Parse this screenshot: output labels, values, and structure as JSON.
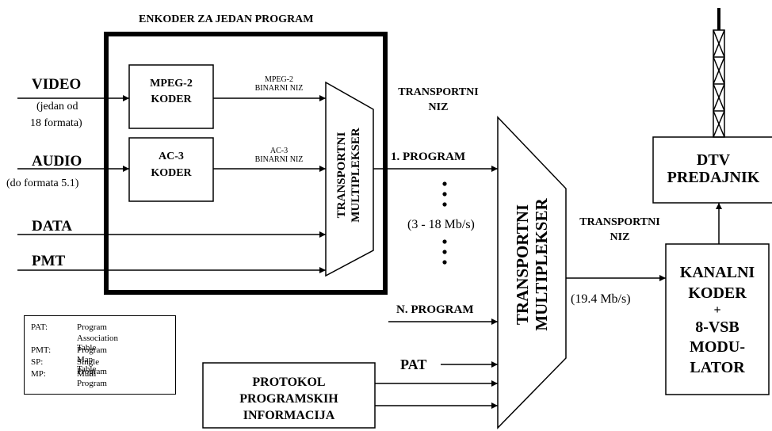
{
  "encoder": {
    "title": "ENKODER ZA JEDAN PROGRAM",
    "mpeg_coder": [
      "MPEG-2",
      "KODER"
    ],
    "ac3_coder": [
      "AC-3",
      "KODER"
    ],
    "mpeg_stream": [
      "MPEG-2",
      "BINARNI NIZ"
    ],
    "ac3_stream": [
      "AC-3",
      "BINARNI NIZ"
    ],
    "mux": [
      "TRANSPORTNI",
      "MULTIPLEKSER"
    ]
  },
  "inputs": {
    "video": "VIDEO",
    "video_note": [
      "(jedan od",
      "18 formata)"
    ],
    "audio": "AUDIO",
    "audio_note": "(do formata 5.1)",
    "data": "DATA",
    "pmt": "PMT"
  },
  "middle": {
    "transport_stream": [
      "TRANSPORTNI",
      "NIZ"
    ],
    "program_1": "1. PROGRAM",
    "rate": "(3 - 18 Mb/s)",
    "program_n": "N. PROGRAM",
    "pat": "PAT"
  },
  "main_mux": [
    "TRANSPORTNI",
    "MULTIPLEKSER"
  ],
  "output": {
    "transport_stream": [
      "TRANSPORTNI",
      "NIZ"
    ],
    "rate": "(19.4 Mb/s)"
  },
  "channel_coder": [
    "KANALNI",
    "KODER",
    "+",
    "8-VSB",
    "MODU-",
    "LATOR"
  ],
  "dtv": [
    "DTV",
    "PREDAJNIK"
  ],
  "psip": [
    "PROTOKOL",
    "PROGRAMSKIH",
    "INFORMACIJA"
  ],
  "legend": [
    {
      "abbr": "PAT:",
      "def": [
        "Program",
        "Association Table"
      ]
    },
    {
      "abbr": "PMT:",
      "def": [
        "Program Map Table"
      ]
    },
    {
      "abbr": "SP:",
      "def": [
        "Single Program"
      ]
    },
    {
      "abbr": "MP:",
      "def": [
        "Multi Program"
      ]
    }
  ]
}
